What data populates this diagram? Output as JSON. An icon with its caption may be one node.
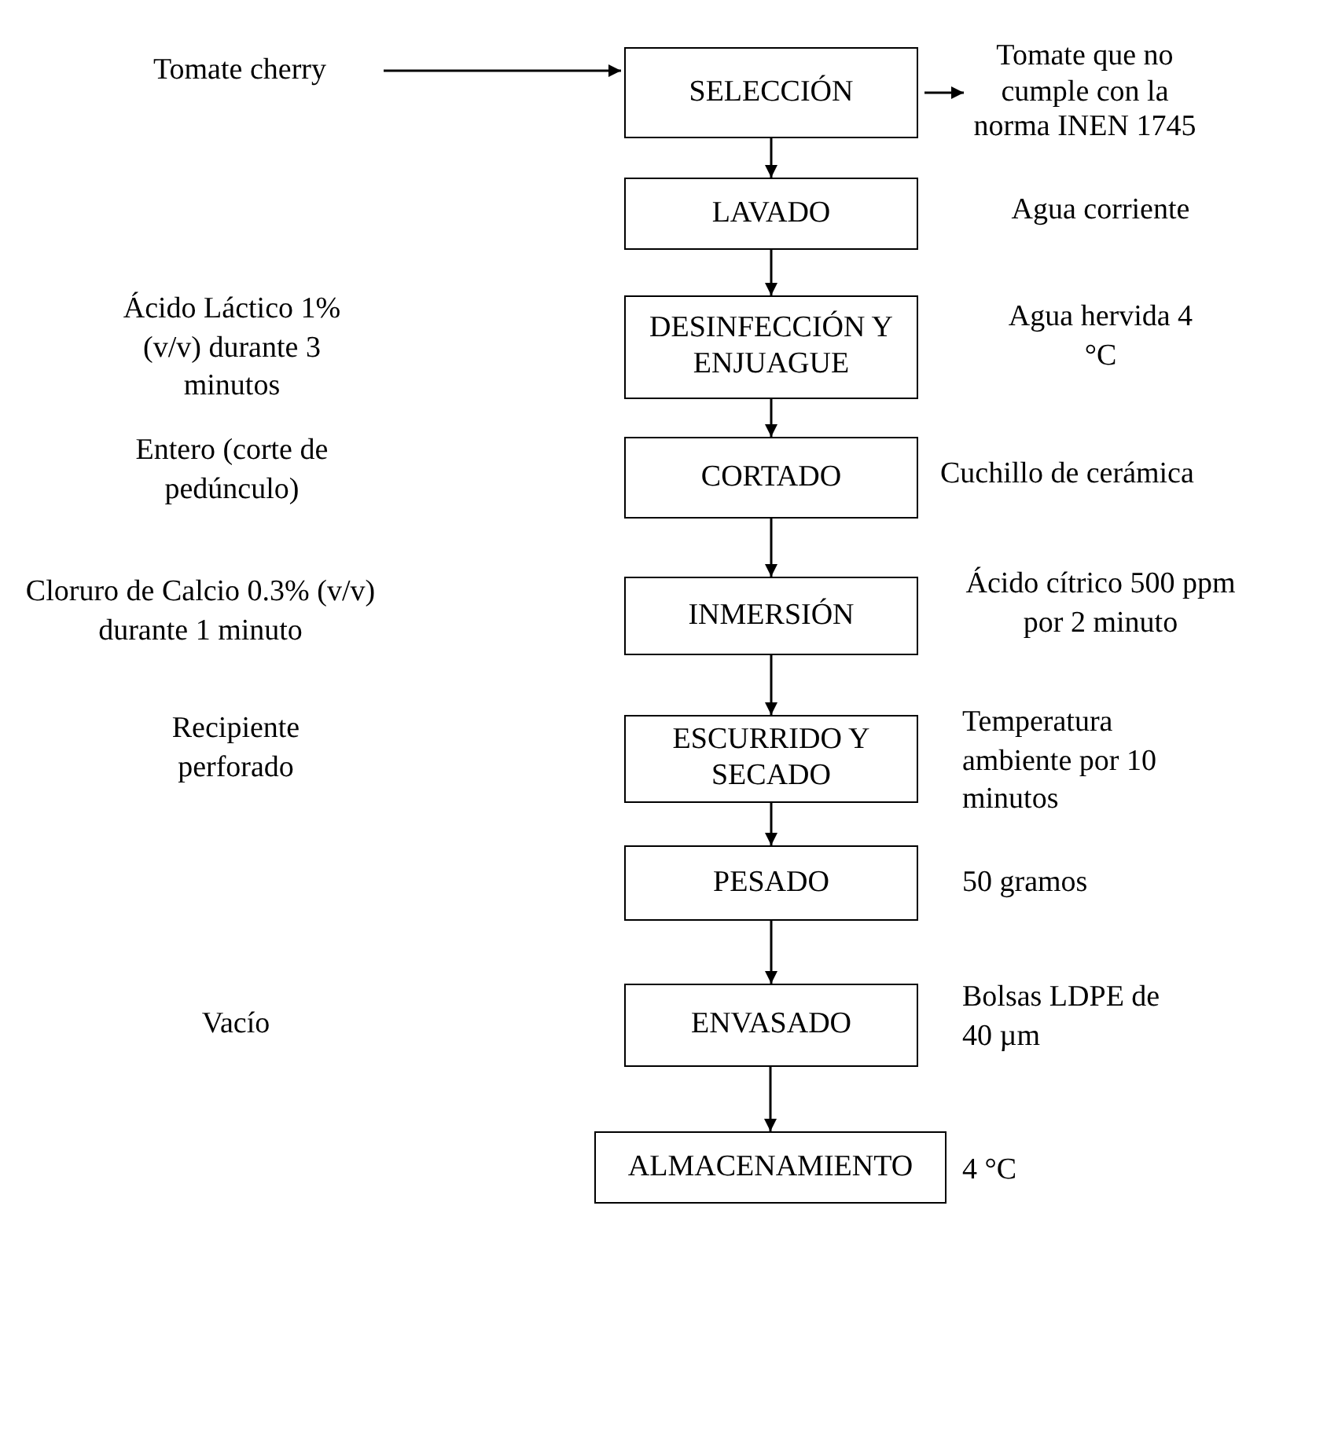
{
  "diagram": {
    "nodes": [
      {
        "text": [
          "Tomate cherry"
        ]
      },
      {
        "text": [
          "SELECCIÓN"
        ]
      },
      {
        "text": [
          "Tomate que no cumple con la norma INEN 1745"
        ]
      },
      {
        "text": [
          "LAVADO"
        ]
      },
      {
        "text": [
          "DESINFECCIÓN Y ENJUAGUE"
        ]
      },
      {
        "text": [
          "CORTADO"
        ]
      },
      {
        "text": [
          "INMERSIÓN"
        ]
      },
      {
        "text": [
          "ESCURRIDO Y SECADO"
        ]
      },
      {
        "text": [
          "PESADO"
        ]
      },
      {
        "text": [
          "ENVASADO"
        ]
      },
      {
        "text": [
          "ALMACENAMIENTO"
        ]
      }
    ],
    "edges": [
      {
        "from": 0,
        "to": 1,
        "arrow": "to"
      },
      {
        "from": 1,
        "to": 2,
        "arrow": "to"
      },
      {
        "from": 1,
        "to": 3,
        "arrow": "to"
      },
      {
        "from": 3,
        "to": 4,
        "arrow": "to"
      },
      {
        "from": 4,
        "to": 5,
        "arrow": "to"
      },
      {
        "from": 5,
        "to": 6,
        "arrow": "to"
      },
      {
        "from": 6,
        "to": 7,
        "arrow": "to"
      },
      {
        "from": 7,
        "to": 8,
        "arrow": "to"
      },
      {
        "from": 8,
        "to": 9,
        "arrow": "to"
      },
      {
        "from": 9,
        "to": 10,
        "arrow": "to"
      }
    ],
    "labels": [
      "Agua corriente",
      "Ácido Láctico 1% (v/v) durante 3 minutos",
      "Agua hervida 4 °C",
      "Entero (corte de pedúnculo)",
      "Cuchillo de cerámica",
      "Cloruro de Calcio 0.3% (v/v) durante 1 minuto",
      "Ácido cítrico 500 ppm por 2 minuto",
      "Recipiente perforado",
      "Temperatura ambiente por 10 minutos",
      "50 gramos",
      "Vacío",
      "Bolsas LDPE de 40 µm",
      "4 °C"
    ]
  }
}
